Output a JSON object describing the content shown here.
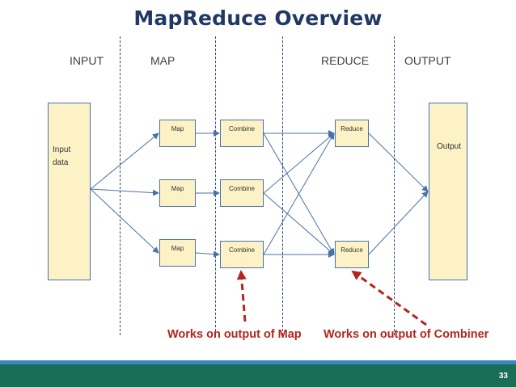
{
  "title": "MapReduce Overview",
  "columns": {
    "input": "INPUT",
    "map": "MAP",
    "reduce": "REDUCE",
    "output": "OUTPUT"
  },
  "input_box": {
    "label_line1": "Input",
    "label_line2": "data"
  },
  "output_box": {
    "label": "Output"
  },
  "map_boxes": [
    {
      "label": "Map"
    },
    {
      "label": "Map"
    },
    {
      "label": "Map"
    }
  ],
  "combine_boxes": [
    {
      "label": "Combine"
    },
    {
      "label": "Combine"
    },
    {
      "label": "Combine"
    }
  ],
  "reduce_boxes": [
    {
      "label": "Reduce"
    },
    {
      "label": "Reduce"
    }
  ],
  "annotations": {
    "combine_note": "Works on output of Map",
    "reduce_note": "Works on output of Combiner"
  },
  "colors": {
    "title": "#1f3864",
    "box_fill": "#fdf2c6",
    "box_border": "#4a72a8",
    "annotation": "#b3261e"
  },
  "footer": {
    "page_number": "33"
  }
}
